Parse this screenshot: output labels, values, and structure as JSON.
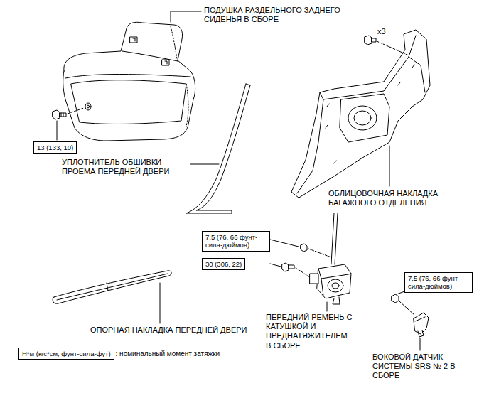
{
  "diagram": {
    "nodes": [
      {
        "text": [
          "13 (133, 10)"
        ]
      },
      {
        "text": [
          "7,5 (76, 66 фунт-сила-дюймов)"
        ]
      },
      {
        "text": [
          "30 (306, 22)"
        ]
      },
      {
        "text": [
          "7,5 (76, 66 фунт-сила-дюймов)"
        ]
      },
      {
        "text": [
          "Н*м (кгс*см, фунт-сила-фут)"
        ]
      }
    ],
    "labels": [
      "ПОДУШКА РАЗДЕЛЬНОГО ЗАДНЕГО СИДЕНЬЯ В СБОРЕ",
      "x3",
      "УПЛОТНИТЕЛЬ ОБШИВКИ ПРОЕМА ПЕРЕДНЕЙ ДВЕРИ",
      "ОБЛИЦОВОЧНАЯ НАКЛАДКА БАГАЖНОГО ОТДЕЛЕНИЯ",
      "ОПОРНАЯ НАКЛАДКА ПЕРЕДНЕЙ ДВЕРИ",
      "ПЕРЕДНИЙ РЕМЕНЬ С КАТУШКОЙ И ПРЕДНАТЯЖИТЕЛЕМ В СБОРЕ",
      "БОКОВОЙ ДАТЧИК СИСТЕМЫ SRS № 2 В СБОРЕ",
      ": номинальный момент затяжки"
    ]
  }
}
